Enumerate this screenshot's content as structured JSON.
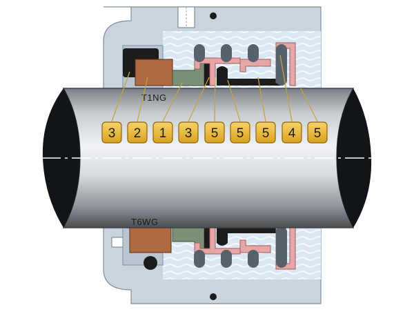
{
  "diagram": {
    "labels": {
      "top_model": "T1NG",
      "bottom_model": "T6WG"
    },
    "callouts": [
      "3",
      "2",
      "1",
      "3",
      "5",
      "5",
      "5",
      "4",
      "5"
    ],
    "colors": {
      "housing": "#c9d4de",
      "housing_edge": "#7f8c99",
      "shaft_mid": "#e6e9ec",
      "shaft_dark": "#5d6166",
      "shaft_end": "#111418",
      "badge_fill": "#e8b833",
      "badge_edge": "#8a6412",
      "carbon_ring": "#b06a43",
      "elastomer": "#1c1c1c",
      "metal_part": "#e7a6a6",
      "green_part": "#7c9076",
      "spring": "#56616b",
      "fluid": "#dde8f3",
      "leader_line": "#c8a23a"
    }
  }
}
